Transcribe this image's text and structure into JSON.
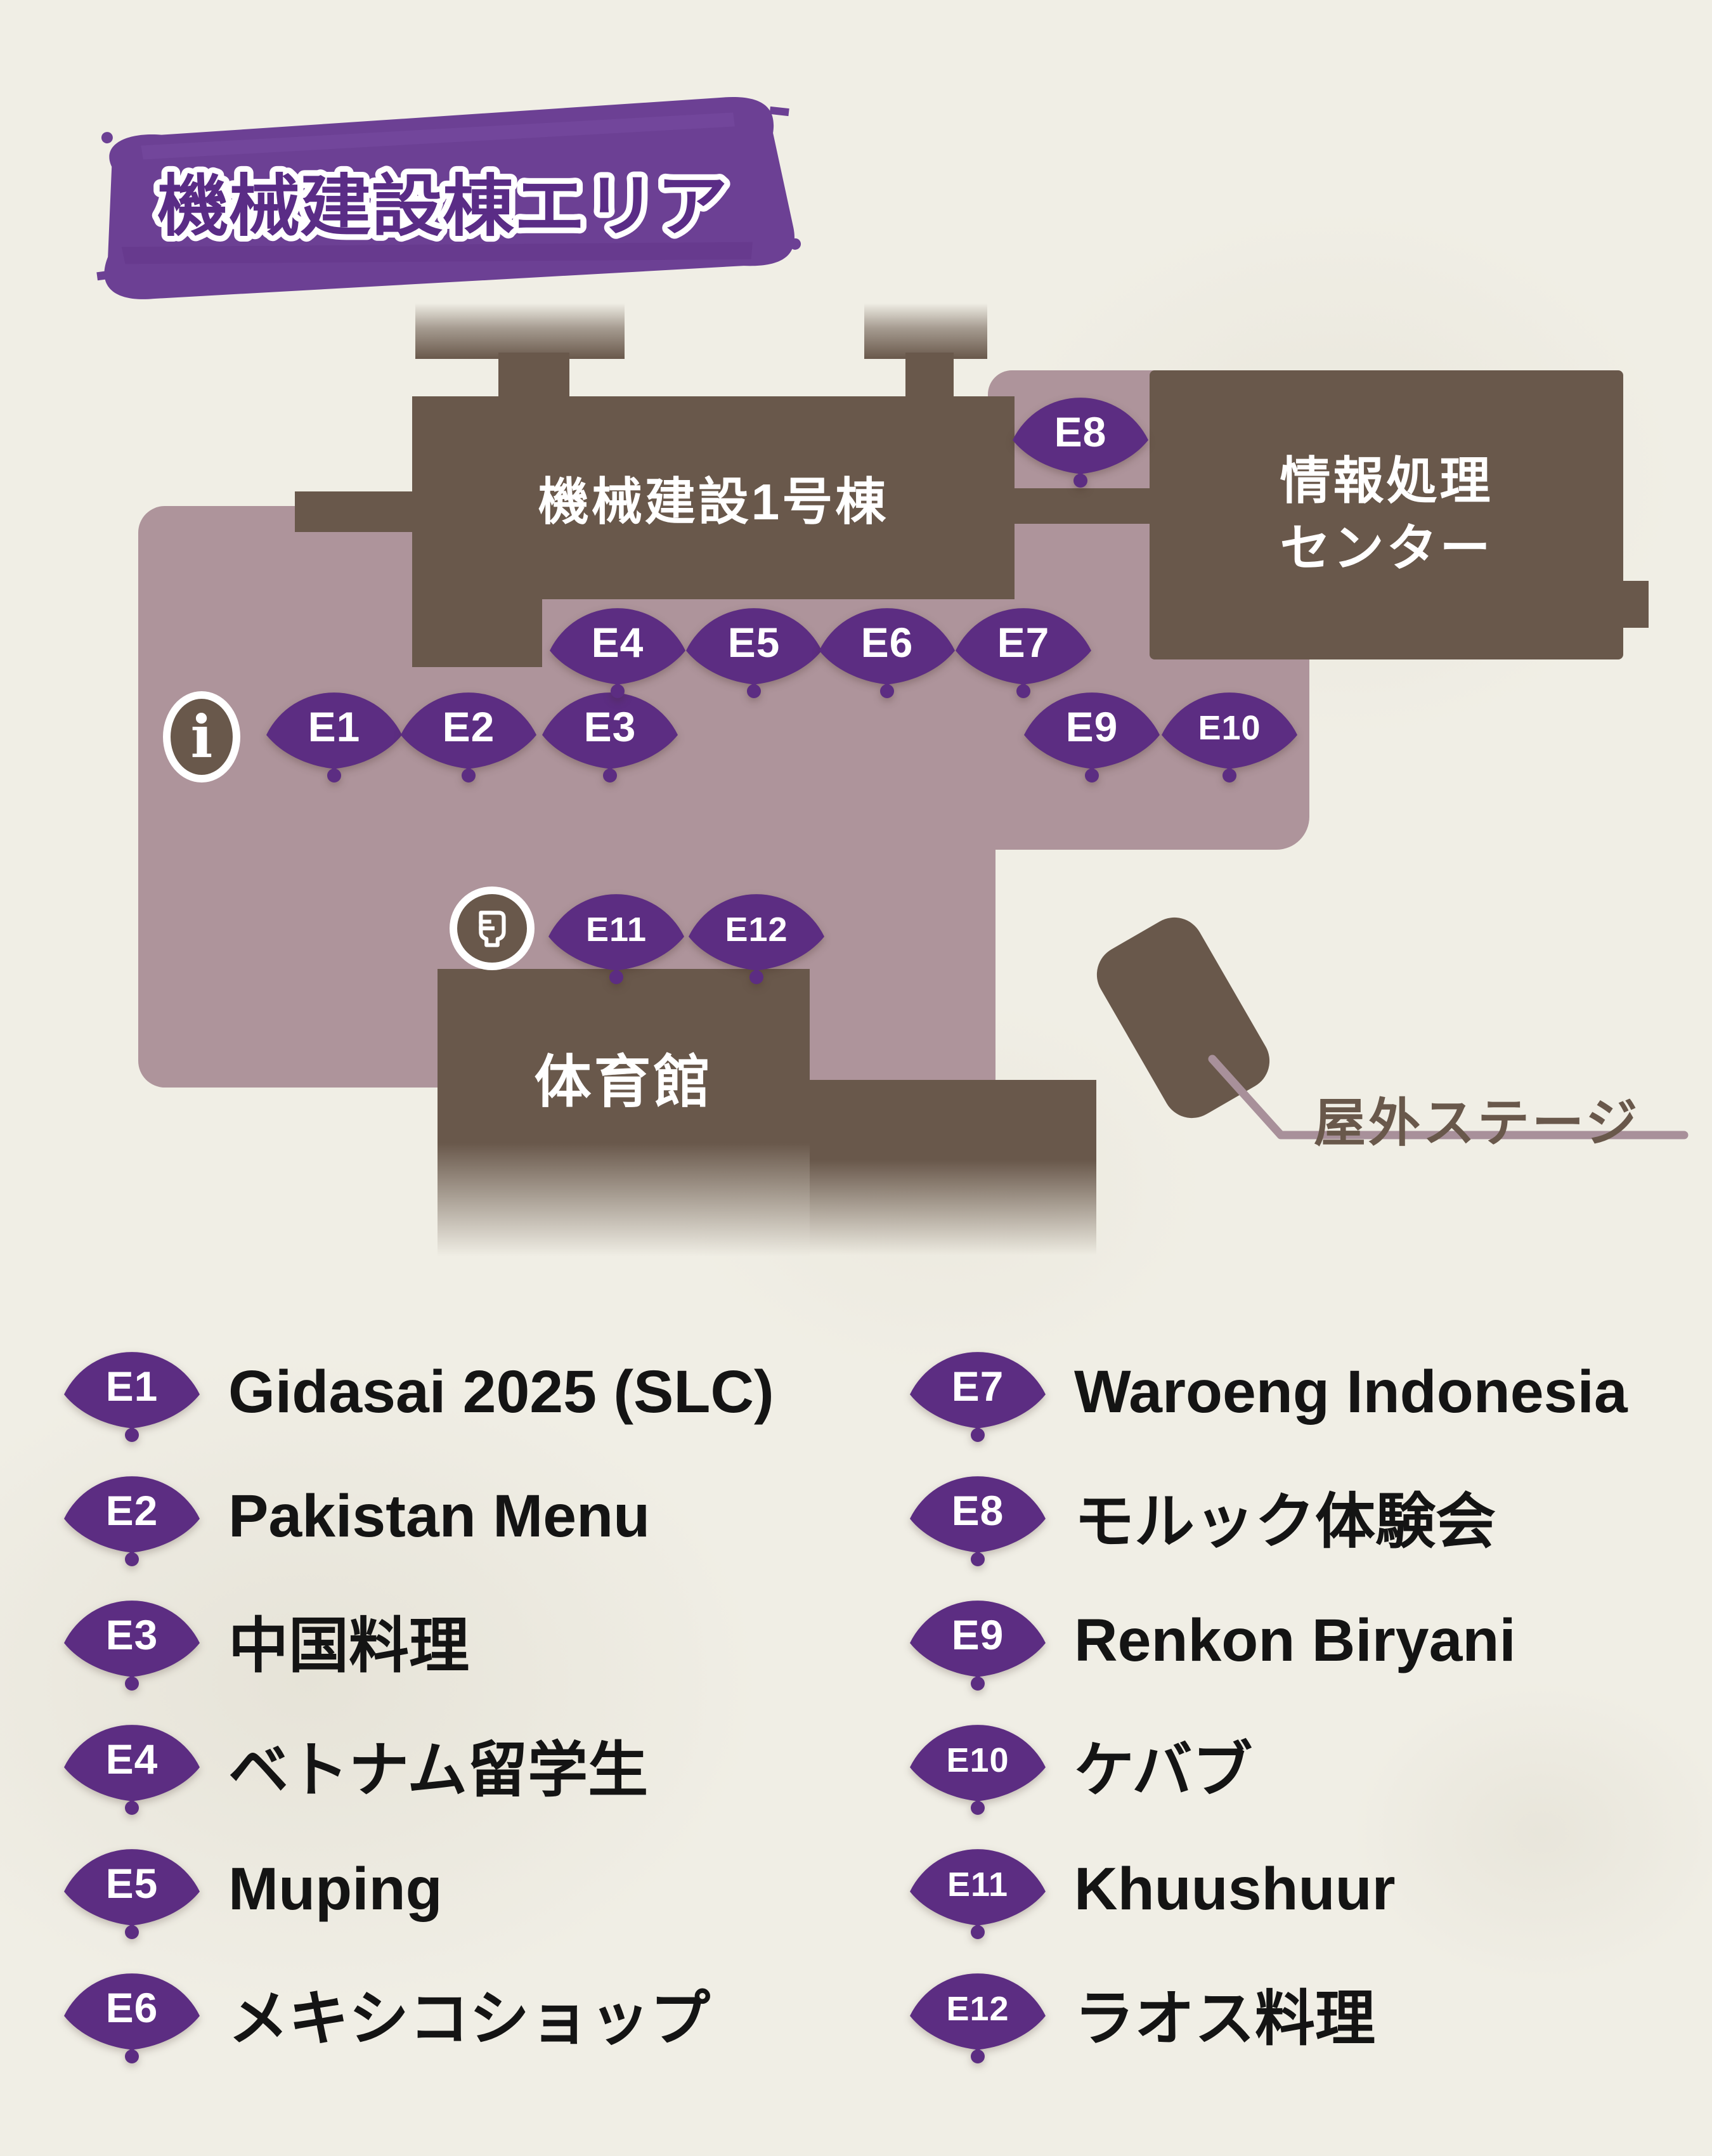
{
  "title": "機械建設棟エリア",
  "map": {
    "building_main_label": "機械建設1号棟",
    "info_center_line1": "情報処理",
    "info_center_line2": "センター",
    "gym_label": "体育館",
    "stage_label": "屋外ステージ",
    "info_icon_glyph": "i"
  },
  "booths": [
    {
      "id": "E1",
      "name": "Gidasai 2025 (SLC)"
    },
    {
      "id": "E2",
      "name": "Pakistan Menu"
    },
    {
      "id": "E3",
      "name": "中国料理"
    },
    {
      "id": "E4",
      "name": "ベトナム留学生"
    },
    {
      "id": "E5",
      "name": "Muping"
    },
    {
      "id": "E6",
      "name": "メキシコショップ"
    },
    {
      "id": "E7",
      "name": "Waroeng Indonesia"
    },
    {
      "id": "E8",
      "name": "モルック体験会"
    },
    {
      "id": "E9",
      "name": "Renkon Biryani"
    },
    {
      "id": "E10",
      "name": "ケバブ"
    },
    {
      "id": "E11",
      "name": "Khuushuur"
    },
    {
      "id": "E12",
      "name": "ラオス料理"
    }
  ],
  "colors": {
    "brush_purple": "#6c4094",
    "title_purple": "#5a2c86",
    "fan_purple": "#5c2d82",
    "building_brown": "#69584b",
    "walkway_mauve": "#ae949b",
    "paper": "#f0eee5",
    "pointer_line": "#a8909a",
    "legend_text": "#141414"
  }
}
